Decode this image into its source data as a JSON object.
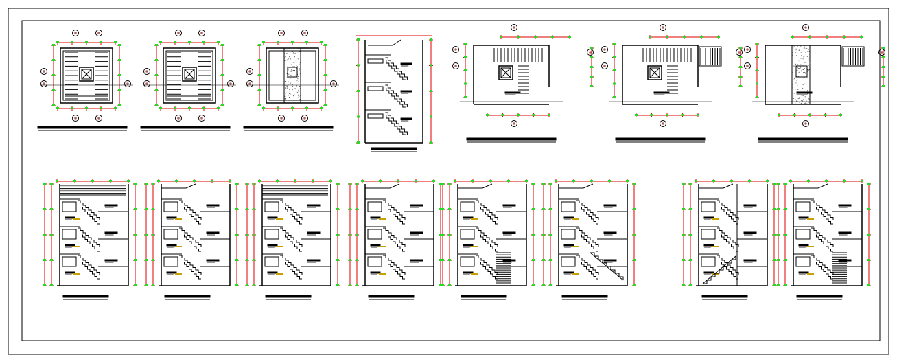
{
  "sheet": {
    "kind": "cad-drawing-sheet",
    "background": "#ffffff",
    "line_color": "#000000",
    "dimension_color": "#e00000",
    "marker_color": "#22dd22",
    "accent_color": "#c8a000"
  },
  "drawings": {
    "plans": [
      {
        "id": "plan-1",
        "view": "stair-plan-with-core"
      },
      {
        "id": "plan-2",
        "view": "stair-plan-with-core"
      },
      {
        "id": "plan-3",
        "view": "hatched-core-plan"
      },
      {
        "id": "section-1",
        "view": "stair-section"
      },
      {
        "id": "plan-4",
        "view": "stair-plan-with-landing"
      },
      {
        "id": "plan-5",
        "view": "stair-plan-with-flight"
      },
      {
        "id": "plan-6",
        "view": "hatched-core-plan-with-flight"
      }
    ],
    "sections": [
      {
        "id": "sec-a",
        "view": "stair-section"
      },
      {
        "id": "sec-b",
        "view": "stair-section"
      },
      {
        "id": "sec-c",
        "view": "stair-section"
      },
      {
        "id": "sec-d",
        "view": "stair-section"
      },
      {
        "id": "sec-e",
        "view": "stair-section"
      },
      {
        "id": "sec-f",
        "view": "stair-section"
      },
      {
        "id": "sec-g",
        "view": "stair-section"
      },
      {
        "id": "sec-h",
        "view": "stair-section"
      }
    ]
  }
}
